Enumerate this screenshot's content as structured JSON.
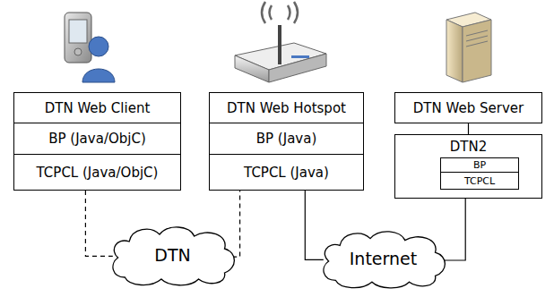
{
  "diagram": {
    "nodes": [
      {
        "text": [
          "DTN Web Client"
        ]
      },
      {
        "text": [
          "BP (Java/ObjC)"
        ]
      },
      {
        "text": [
          "TCPCL (Java/ObjC)"
        ]
      },
      {
        "text": [
          "DTN Web Hotspot"
        ]
      },
      {
        "text": [
          "BP (Java)"
        ]
      },
      {
        "text": [
          "TCPCL (Java)"
        ]
      },
      {
        "text": [
          "DTN Web Server"
        ]
      },
      {
        "text": [
          "DTN2"
        ]
      },
      {
        "text": [
          "BP"
        ],
        "in": 7
      },
      {
        "text": [
          "TCPCL"
        ],
        "in": 7
      },
      {
        "text": [
          "DTN"
        ]
      },
      {
        "text": [
          "Internet"
        ]
      }
    ],
    "edges": [
      {
        "from": 2,
        "to": 10,
        "arrow": "none"
      },
      {
        "from": 10,
        "to": 5,
        "arrow": "none"
      },
      {
        "from": 5,
        "to": 11,
        "arrow": "none"
      },
      {
        "from": 11,
        "to": 7,
        "arrow": "none"
      },
      {
        "from": 6,
        "to": 7,
        "arrow": "none"
      }
    ]
  }
}
